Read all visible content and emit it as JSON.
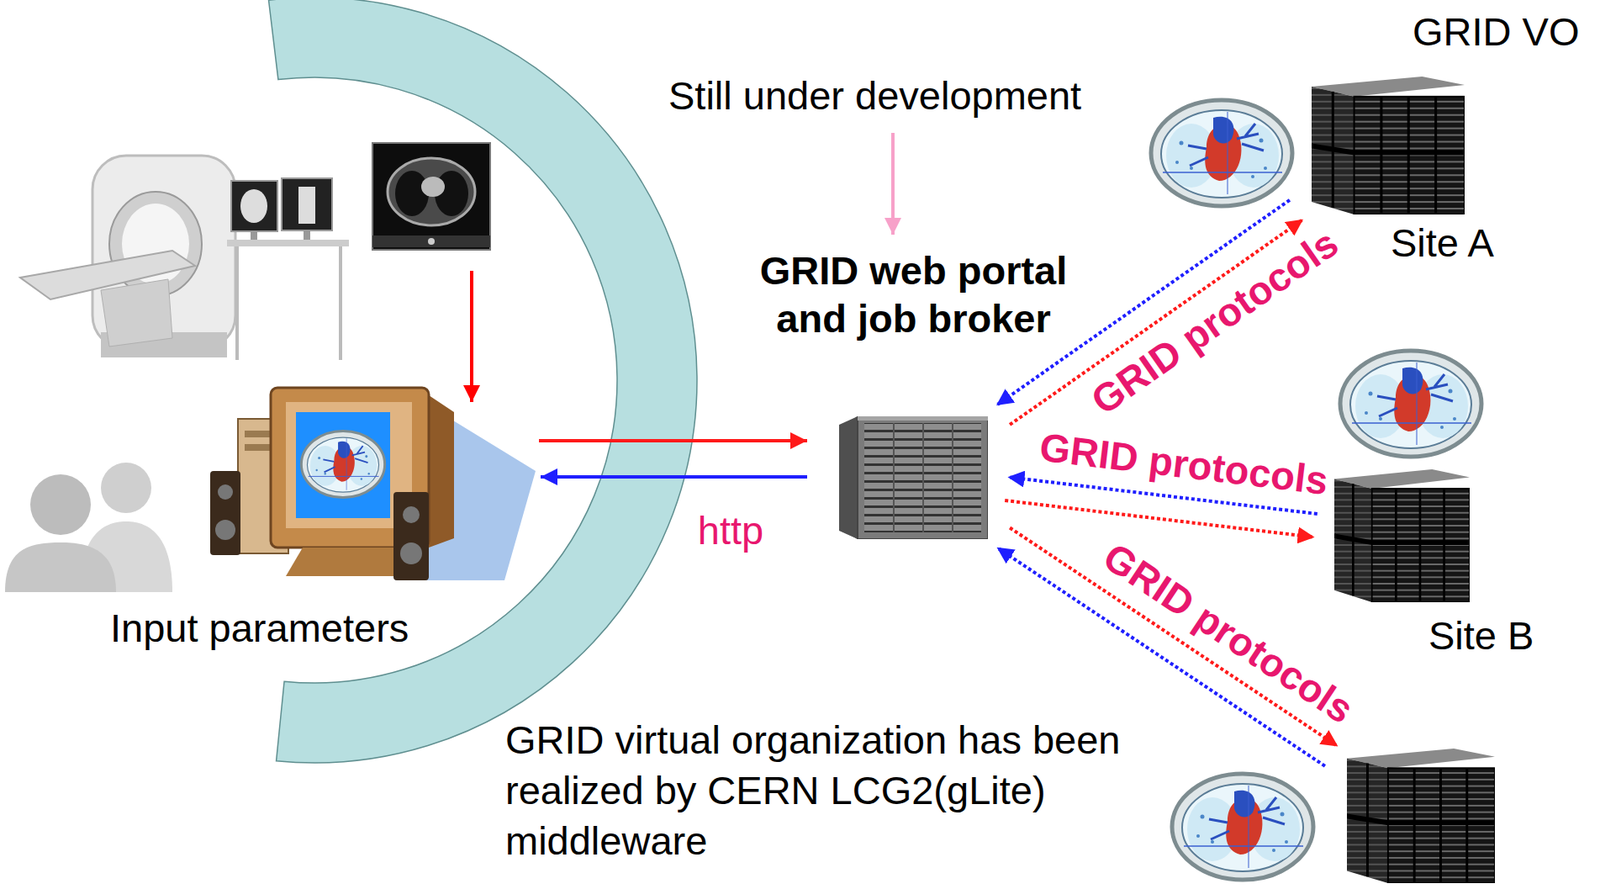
{
  "diagram": {
    "nodes": [
      {
        "text": [
          "Input parameters"
        ]
      },
      {
        "text": [
          "GRID web portal and job broker"
        ]
      },
      {
        "text": [
          "Site A"
        ]
      },
      {
        "text": [
          "Site B"
        ]
      },
      {
        "text": []
      }
    ],
    "edges": [
      {
        "from": 0,
        "to": 1,
        "arrow": "to"
      },
      {
        "from": 1,
        "to": 0,
        "label": "http",
        "arrow": "to"
      },
      {
        "from": 2,
        "to": 1,
        "arrow": "to"
      },
      {
        "from": 1,
        "to": 2,
        "label": "GRID protocols",
        "arrow": "to"
      },
      {
        "from": 3,
        "to": 1,
        "arrow": "to"
      },
      {
        "from": 1,
        "to": 3,
        "label": "GRID protocols",
        "arrow": "to"
      },
      {
        "from": 1,
        "to": 4,
        "label": "GRID protocols",
        "arrow": "to"
      },
      {
        "from": 4,
        "to": 1,
        "arrow": "to"
      }
    ],
    "labels": [
      "GRID VO",
      "Still under development",
      "GRID virtual organization has been realized by CERN LCG2(gLite) middleware"
    ]
  }
}
